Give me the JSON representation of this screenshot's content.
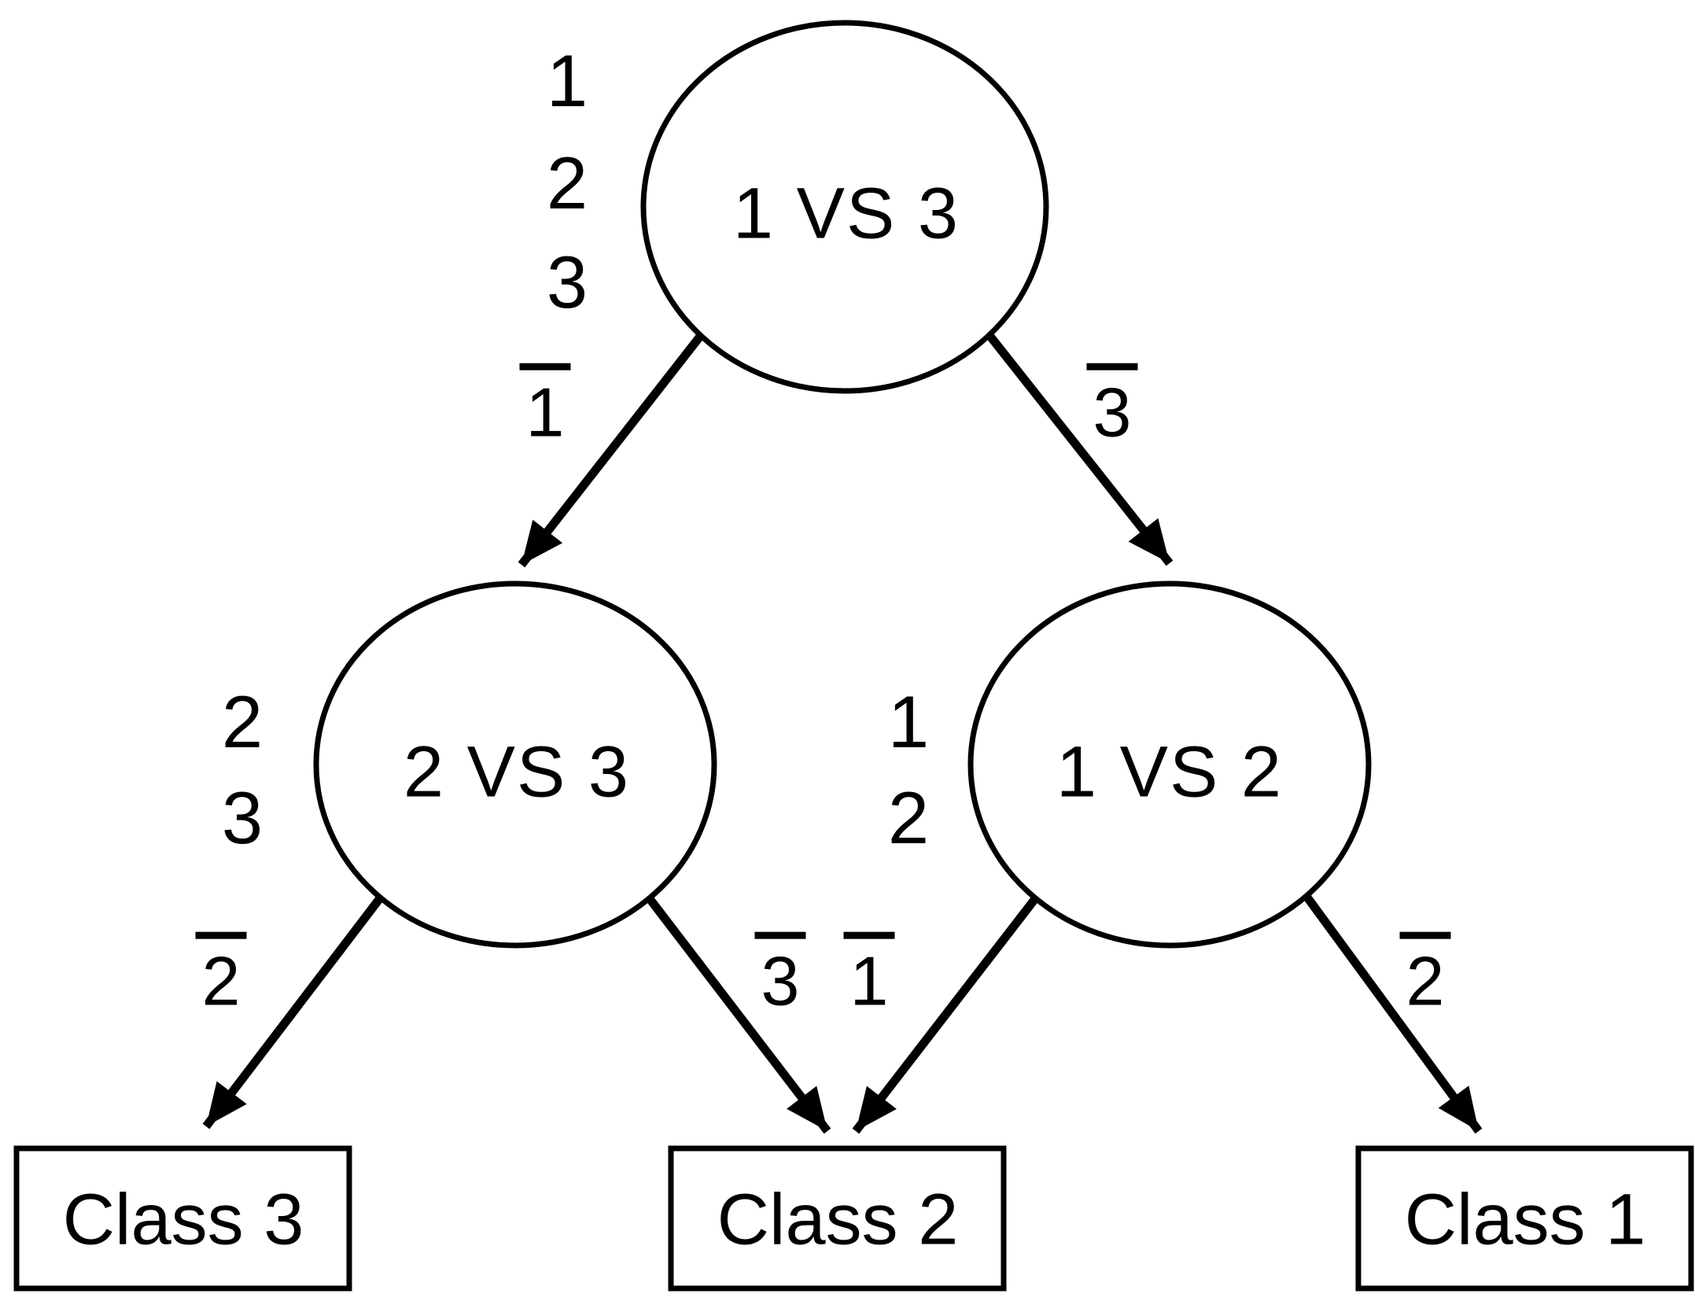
{
  "colors": {
    "ink": "#000000",
    "paper": "#ffffff"
  },
  "nodes": {
    "root": {
      "label": "1 VS 3",
      "side_labels": [
        "1",
        "2",
        "3"
      ]
    },
    "left": {
      "label": "2 VS 3",
      "side_labels": [
        "2",
        "3"
      ]
    },
    "right": {
      "label": "1 VS 2",
      "side_labels": [
        "1",
        "2"
      ]
    }
  },
  "edges": {
    "root_to_left": {
      "label": "1",
      "negated": true
    },
    "root_to_right": {
      "label": "3",
      "negated": true
    },
    "left_to_class3": {
      "label": "2",
      "negated": true
    },
    "left_to_class2": {
      "label": "3",
      "negated": true
    },
    "right_to_class2": {
      "label": "1",
      "negated": true
    },
    "right_to_class1": {
      "label": "2",
      "negated": true
    }
  },
  "leaves": {
    "class3": {
      "label": "Class 3"
    },
    "class2": {
      "label": "Class 2"
    },
    "class1": {
      "label": "Class 1"
    }
  }
}
